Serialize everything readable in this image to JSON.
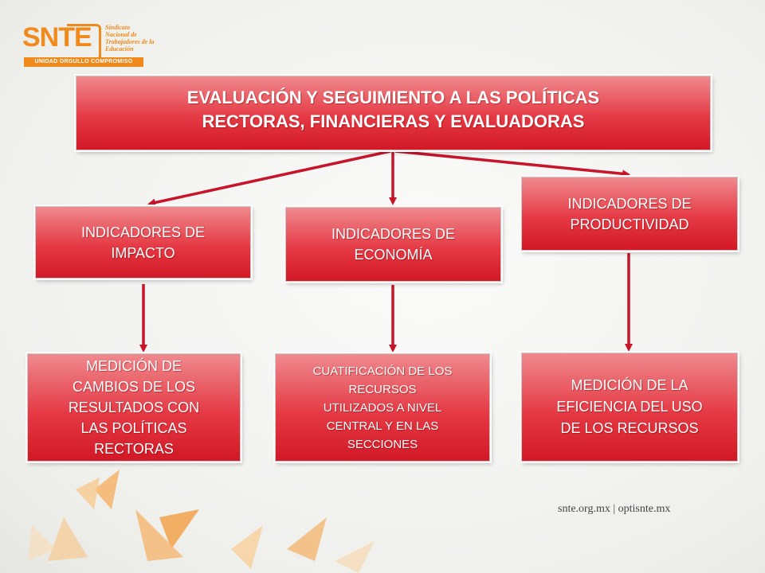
{
  "logo": {
    "wordmark": "SNTE",
    "subtitle_lines": [
      "Sindicato",
      "Nacional de",
      "Trabajadores de la",
      "Educación"
    ],
    "motto": "UNIDAD ORGULLO COMPROMISO"
  },
  "title": {
    "line1": "EVALUACIÓN Y SEGUIMIENTO A LAS POLÍTICAS",
    "line2": "RECTORAS, FINANCIERAS Y EVALUADORAS"
  },
  "indicators": {
    "impacto": [
      "INDICADORES DE",
      "IMPACTO"
    ],
    "economia": [
      "INDICADORES DE",
      "ECONOMÍA"
    ],
    "productividad": [
      "INDICADORES DE",
      "PRODUCTIVIDAD"
    ]
  },
  "results": {
    "cambios": [
      "MEDICIÓN DE",
      "CAMBIOS DE LOS",
      "RESULTADOS CON",
      "LAS POLÍTICAS",
      "RECTORAS"
    ],
    "cuantificacion": [
      "CUATIFICACIÓN DE LOS",
      "RECURSOS",
      "UTILIZADOS A NIVEL",
      "CENTRAL Y EN LAS",
      "SECCIONES"
    ],
    "eficiencia": [
      "MEDICIÓN DE LA",
      "EFICIENCIA DEL USO",
      "DE LOS RECURSOS"
    ]
  },
  "footer": {
    "url": "snte.org.mx | optisnte.mx"
  },
  "colors": {
    "box_top": "#ef8a8e",
    "box_bottom": "#d21826",
    "arrow": "#c8142a",
    "brand": "#f08a1c"
  }
}
